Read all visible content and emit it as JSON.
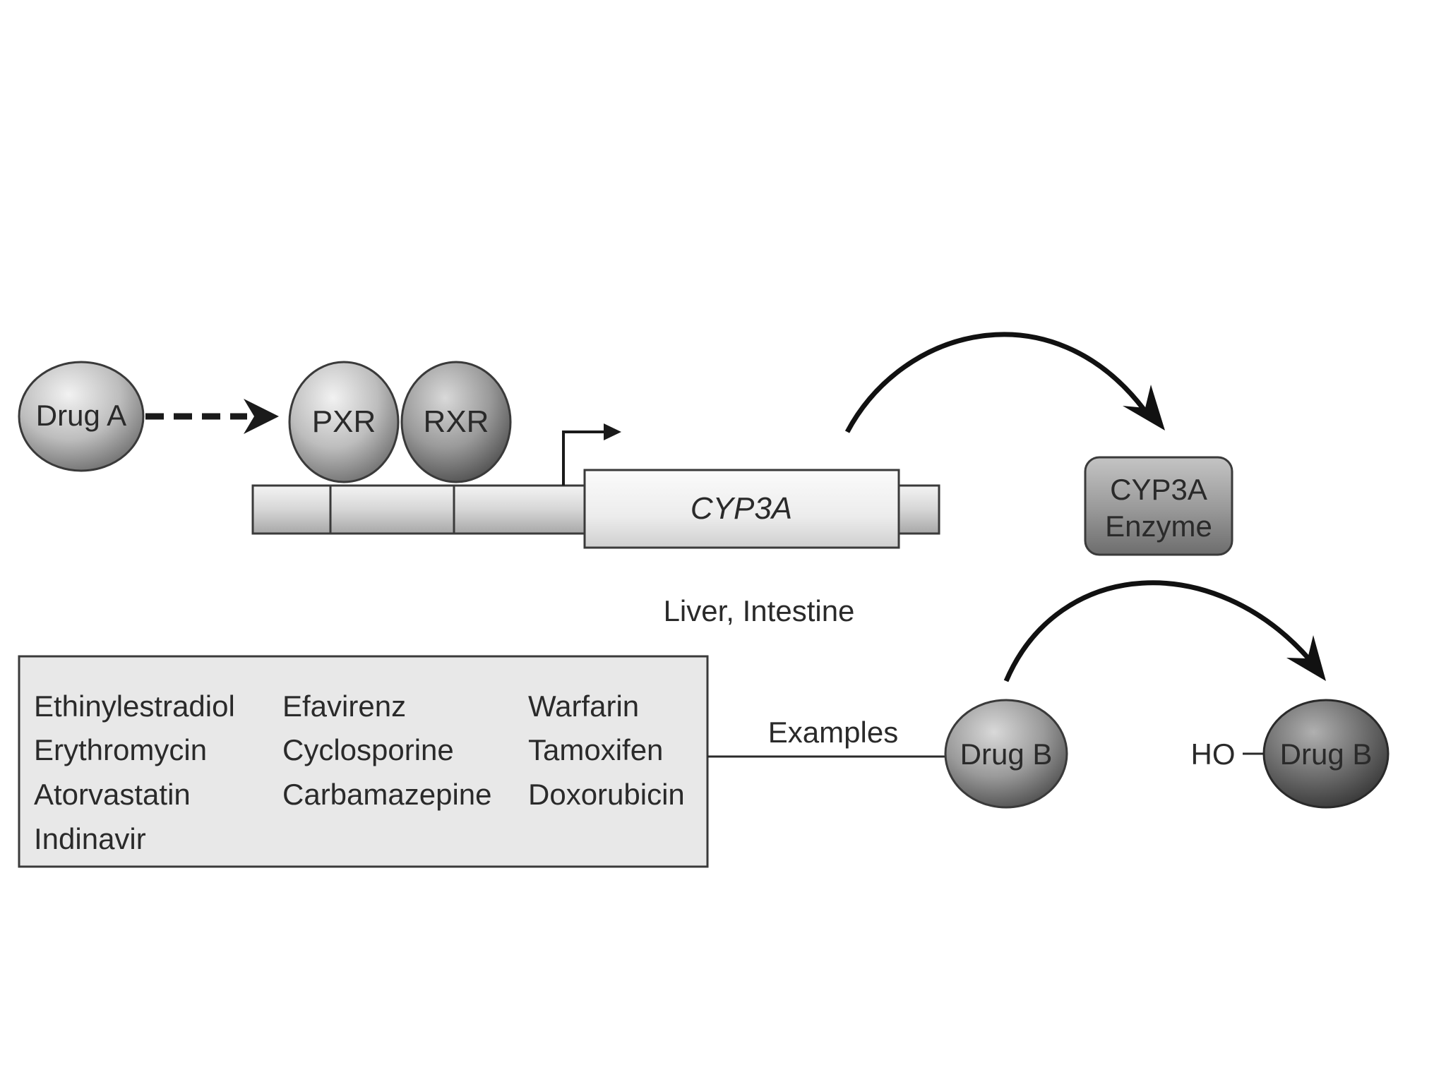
{
  "drug_a": {
    "label": "Drug A"
  },
  "receptors": {
    "pxr": "PXR",
    "rxr": "RXR"
  },
  "gene": {
    "name": "CYP3A"
  },
  "enzyme": {
    "line1": "CYP3A",
    "line2": "Enzyme"
  },
  "location": {
    "label": "Liver, Intestine"
  },
  "examples": {
    "label": "Examples",
    "columns": [
      [
        "Ethinylestradiol",
        "Erythromycin",
        "Atorvastatin",
        "Indinavir"
      ],
      [
        "Efavirenz",
        "Cyclosporine",
        "Carbamazepine"
      ],
      [
        "Warfarin",
        "Tamoxifen",
        "Doxorubicin"
      ]
    ]
  },
  "drug_b": {
    "label": "Drug B"
  },
  "product": {
    "hydroxyl": "HO",
    "label": "Drug B"
  },
  "colors": {
    "ink": "#2a2a2a",
    "box_fill": "#e8e8e8",
    "sphere_light": "#e6e6e6",
    "sphere_dark": "#5a5a5a"
  }
}
